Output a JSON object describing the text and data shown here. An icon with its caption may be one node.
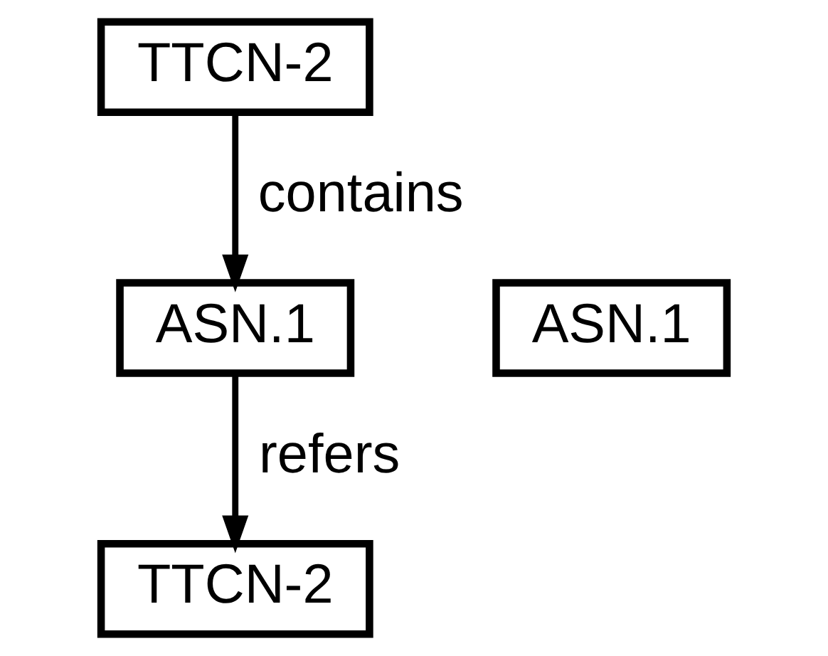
{
  "diagram": {
    "nodes": [
      {
        "text": [
          "TTCN-2"
        ]
      },
      {
        "text": [
          "ASN.1"
        ]
      },
      {
        "text": [
          "TTCN-2"
        ]
      },
      {
        "text": [
          "ASN.1"
        ]
      }
    ],
    "edges": [
      {
        "from": 0,
        "to": 1,
        "arrow": "to",
        "label": "contains"
      },
      {
        "from": 1,
        "to": 2,
        "arrow": "to",
        "label": "refers"
      }
    ]
  }
}
